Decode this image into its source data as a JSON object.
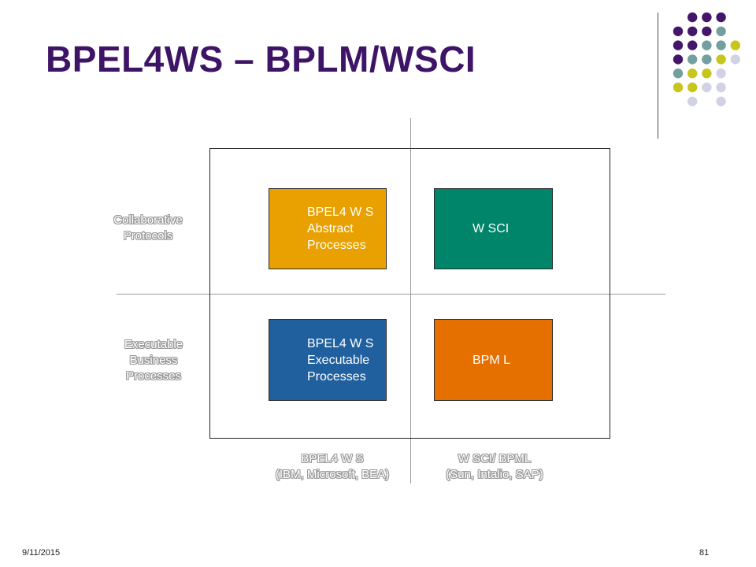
{
  "slide": {
    "title": "BPEL4WS – BPLM/WSCI",
    "date": "9/11/2015",
    "page_number": "81"
  },
  "colors": {
    "title": "#3d1466",
    "purple": "#44166b",
    "teal": "#739fa0",
    "yellow_green": "#c6c61c",
    "lavender": "#d2d2e6",
    "bpel_abstract": "#e8a100",
    "wsci": "#00856a",
    "bpel_executable": "#20609e",
    "bpml": "#e57000"
  },
  "diagram": {
    "boxes": [
      {
        "lines": [
          "BPEL4 W S",
          "Abstract",
          "Processes"
        ]
      },
      {
        "lines": [
          "W SCI"
        ]
      },
      {
        "lines": [
          "BPEL4 W S",
          "Executable",
          "Processes"
        ]
      },
      {
        "lines": [
          "BPM L"
        ]
      }
    ],
    "row_labels": [
      {
        "lines": [
          "Collaborative",
          "Protocols"
        ]
      },
      {
        "lines": [
          "Executable",
          "Business",
          "Processes"
        ]
      }
    ],
    "column_labels": [
      {
        "lines": [
          "BPEL4 W S",
          "(IBM, Microsoft, BEA)"
        ]
      },
      {
        "lines": [
          "W SCI/ BPML",
          "(Sun, Intalio, SAP)"
        ]
      }
    ]
  }
}
